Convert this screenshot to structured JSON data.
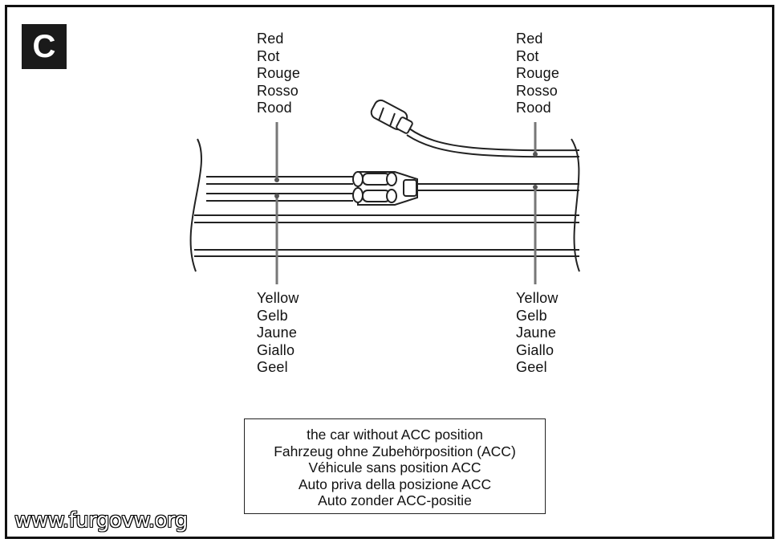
{
  "panel_letter": "C",
  "top_left_labels": [
    "Red",
    "Rot",
    "Rouge",
    "Rosso",
    "Rood"
  ],
  "top_right_labels": [
    "Red",
    "Rot",
    "Rouge",
    "Rosso",
    "Rood"
  ],
  "bottom_left_labels": [
    "Yellow",
    "Gelb",
    "Jaune",
    "Giallo",
    "Geel"
  ],
  "bottom_right_labels": [
    "Yellow",
    "Gelb",
    "Jaune",
    "Giallo",
    "Geel"
  ],
  "caption_lines": [
    "the car without ACC position",
    "Fahrzeug ohne Zubehörposition (ACC)",
    "Véhicule sans position ACC",
    "Auto priva della posizione ACC",
    "Auto zonder ACC-positie"
  ],
  "watermark": "www.furgovw.org"
}
